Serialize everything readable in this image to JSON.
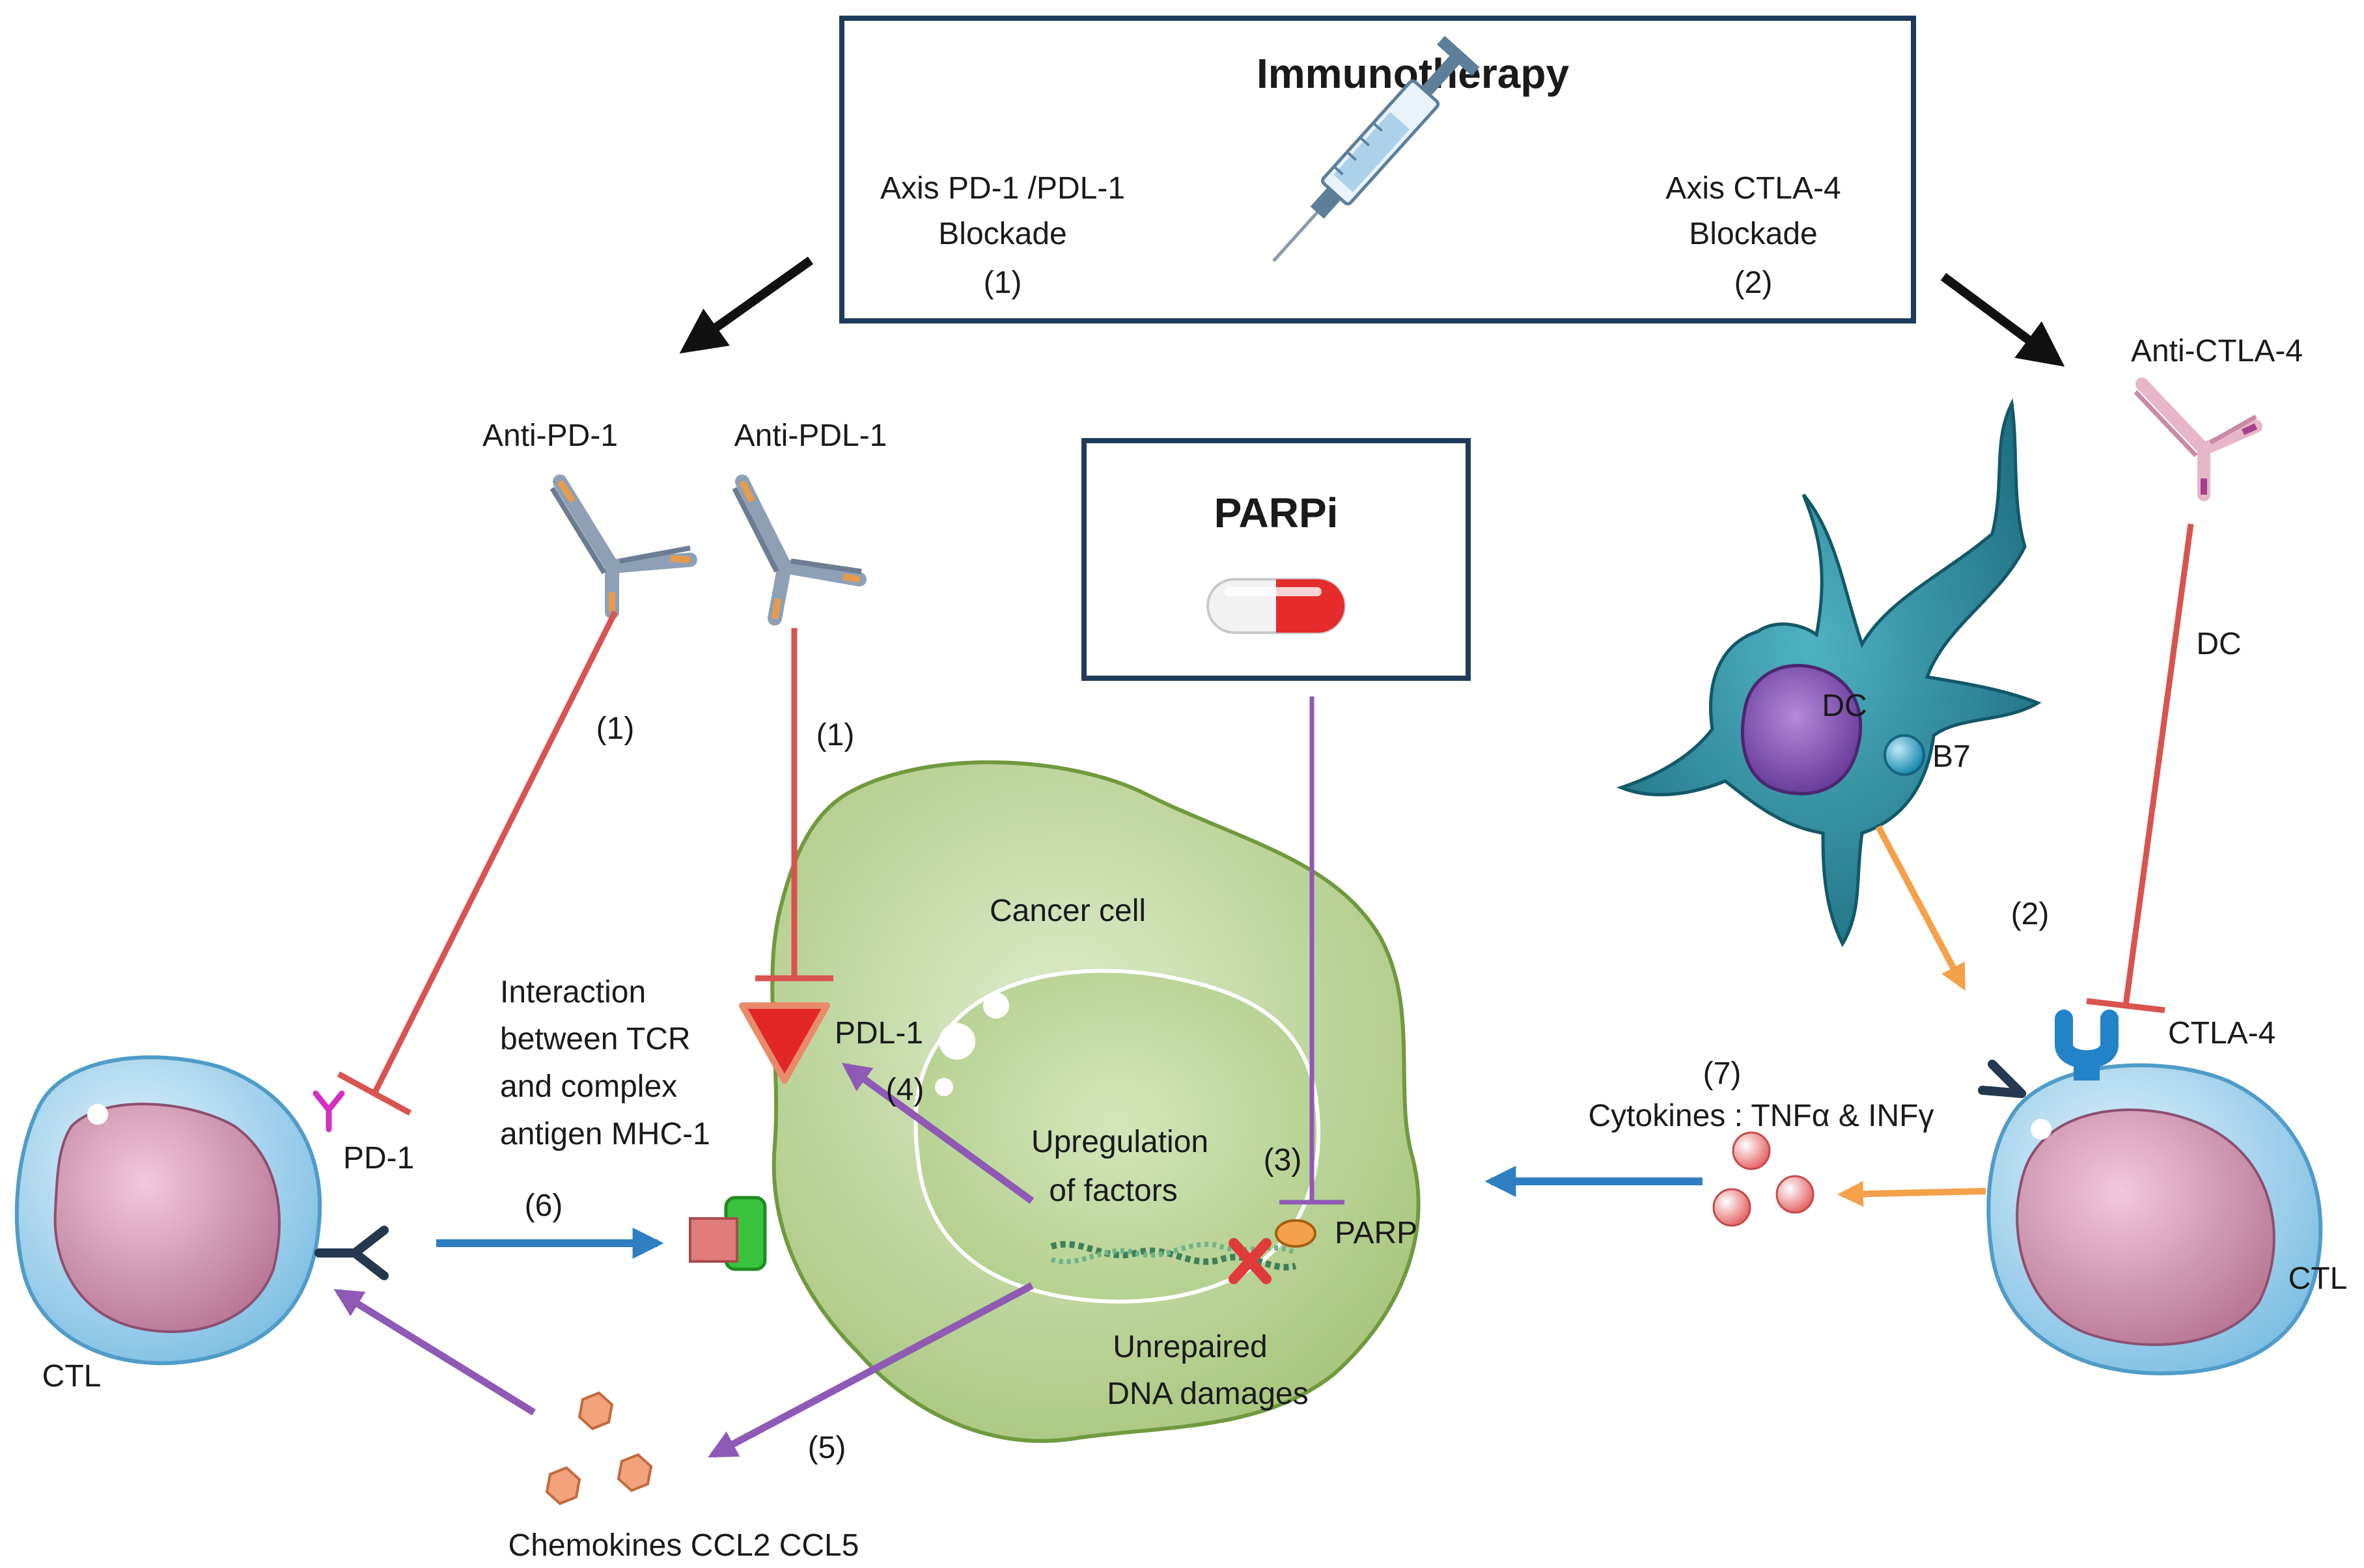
{
  "immunotherapy_box": {
    "title": "Immunotherapy",
    "left_line1": "Axis PD-1 /PDL-1",
    "left_line2": "Blockade",
    "left_num": "(1)",
    "right_line1": "Axis CTLA-4",
    "right_line2": "Blockade",
    "right_num": "(2)"
  },
  "parpi_box": {
    "title": "PARPi"
  },
  "labels": {
    "anti_pd1": "Anti-PD-1",
    "anti_pdl1": "Anti-PDL-1",
    "anti_ctla4": "Anti-CTLA-4",
    "dc_side": "DC",
    "dc_cell": "DC",
    "b7": "B7",
    "cancer_cell": "Cancer cell",
    "interaction_line1": "Interaction",
    "interaction_line2": "between TCR",
    "interaction_line3": "and complex",
    "interaction_line4": "antigen MHC-1",
    "pdl1": "PDL-1",
    "pd1": "PD-1",
    "ctla4": "CTLA-4",
    "upregulation_line1": "Upregulation",
    "upregulation_line2": "of factors",
    "parp": "PARP",
    "unrepaired_line1": "Unrepaired",
    "unrepaired_line2": "DNA damages",
    "cytokines": "Cytokines : TNFα & INFγ",
    "chemokines": "Chemokines  CCL2 CCL5",
    "ctl_left": "CTL",
    "ctl_right": "CTL"
  },
  "step_numbers": {
    "n1_pd1": "(1)",
    "n1_pdl1": "(1)",
    "n2": "(2)",
    "n3": "(3)",
    "n4": "(4)",
    "n5": "(5)",
    "n6": "(6)",
    "n7": "(7)"
  },
  "colors": {
    "inhibition_red": "#d9534f",
    "purple_arrow": "#8e5ab5",
    "blue_arrow": "#2e7fc1",
    "orange_arrow": "#f5a04a",
    "black_arrow": "#111111",
    "box_border": "#1f3b5c",
    "cancer_fill": "#c9dca8",
    "dc_fill": "#2a8fa0",
    "ctl_outer": "#a8d6ef",
    "ctl_inner": "#d79bb8"
  }
}
